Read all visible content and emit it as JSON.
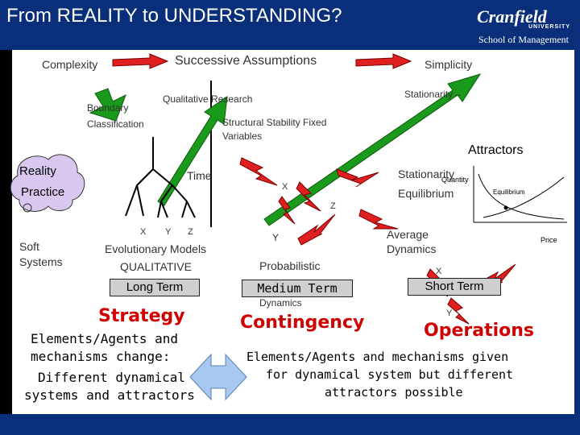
{
  "header": {
    "title": "From REALITY to UNDERSTANDING?",
    "logo_name": "Cranfield",
    "logo_university": "UNIVERSITY",
    "logo_school": "School of Management"
  },
  "labels": {
    "complexity": "Complexity",
    "successive_assumptions": "Successive Assumptions",
    "simplicity": "Simplicity",
    "stationarity_dash": "Stationarity –",
    "qualitative_research": "Qualitative Research",
    "boundary": "Boundary",
    "classification": "Classification",
    "structural_stability_1": "Structural Stability Fixed",
    "structural_stability_2": "Variables",
    "attractors": "Attractors",
    "reality": "Reality",
    "practice": "Practice",
    "time": "Time",
    "stationarity": "Stationarity",
    "quantity": "Quantity",
    "equilibrium": "Equilibrium",
    "equilibrium_small": "Equilibrium",
    "x1": "X",
    "z1": "Z",
    "soft_systems_1": "Soft",
    "soft_systems_2": "Systems",
    "tree_x": "X",
    "tree_y": "Y",
    "tree_z": "Z",
    "y1": "Y",
    "average_dynamics_1": "Average",
    "average_dynamics_2": "Dynamics",
    "price": "Price",
    "evolutionary_models": "Evolutionary Models",
    "qualitative": "QUALITATIVE",
    "probabilistic": "Probabilistic",
    "x2": "X",
    "long_term": "Long Term",
    "medium_term": "Medium Term",
    "dynamics": "Dynamics",
    "short_term": "Short Term",
    "y2": "Y",
    "strategy": "Strategy",
    "contingency": "Contingency",
    "operations": "Operations",
    "left_note_1": "Elements/Agents and",
    "left_note_2": "mechanisms change:",
    "left_note_3": "Different dynamical",
    "left_note_4": "systems and attractors",
    "right_note_1": "Elements/Agents and mechanisms given",
    "right_note_2": "for dynamical system but different",
    "right_note_3": "attractors possible"
  },
  "colors": {
    "header_bg": "#0a2f7a",
    "arrow_red": "#e02020",
    "arrow_green": "#1a9a1a",
    "arrow_blue": "#a8c8f0",
    "heading_red": "#d00000",
    "box_grey": "#cfcfcf"
  }
}
